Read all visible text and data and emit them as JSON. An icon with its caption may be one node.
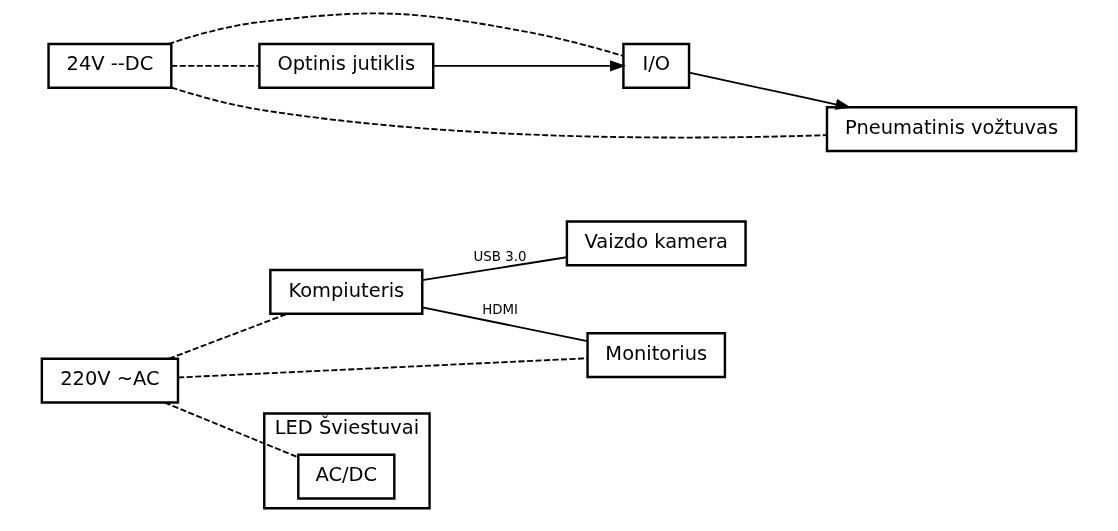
{
  "diagram": {
    "nodes": [
      {
        "text": [
          "220V ~AC"
        ]
      },
      {
        "text": [
          "24V --DC"
        ]
      },
      {
        "text": [
          "Kompiuteris"
        ]
      },
      {
        "text": [
          "Vaizdo kamera"
        ]
      },
      {
        "text": [
          "I/O"
        ]
      },
      {
        "text": [
          "Optinis jutiklis"
        ]
      },
      {
        "text": [
          "Pneumatinis vožtuvas"
        ]
      },
      {
        "text": [
          "Monitorius"
        ]
      },
      {
        "text": [
          "LED Šviestuvai"
        ]
      },
      {
        "text": [
          "AC/DC"
        ],
        "in": 8
      }
    ],
    "edges": [
      {
        "from": 0,
        "to": 2,
        "arrow": "none",
        "style": "dashed"
      },
      {
        "from": 0,
        "to": 7,
        "arrow": "none",
        "style": "dashed"
      },
      {
        "from": 0,
        "to": 9,
        "arrow": "none",
        "style": "dashed"
      },
      {
        "from": 1,
        "to": 4,
        "arrow": "none",
        "style": "dashed"
      },
      {
        "from": 1,
        "to": 5,
        "arrow": "none",
        "style": "dashed"
      },
      {
        "from": 1,
        "to": 6,
        "arrow": "none",
        "style": "dashed"
      },
      {
        "from": 2,
        "to": 3,
        "arrow": "none",
        "label": "USB 3.0"
      },
      {
        "from": 2,
        "to": 7,
        "arrow": "none",
        "label": "HDMI"
      },
      {
        "from": 5,
        "to": 4,
        "arrow": "to"
      },
      {
        "from": 4,
        "to": 6,
        "arrow": "to"
      }
    ]
  }
}
